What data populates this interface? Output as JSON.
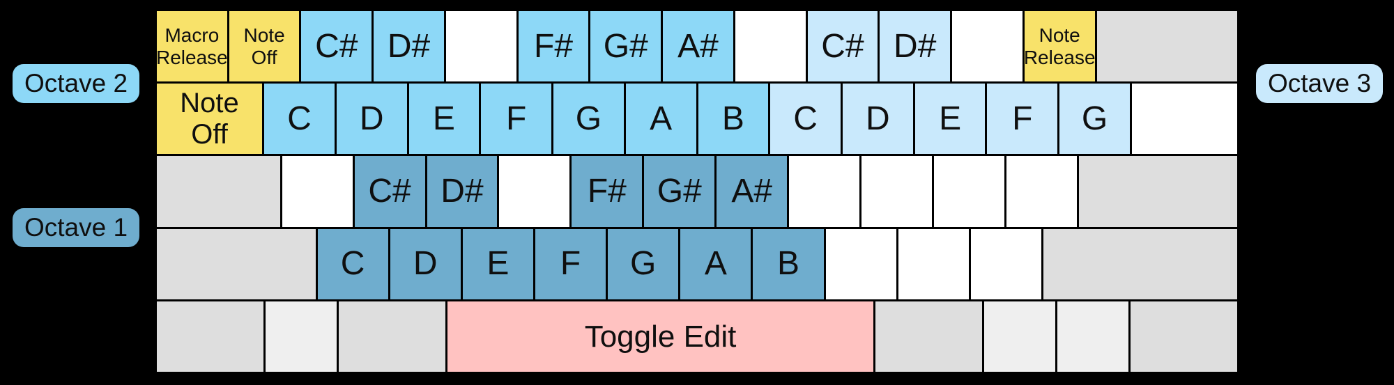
{
  "colors": {
    "background": "#000000",
    "yellow": "#F8E26A",
    "octave2_blue": "#8DD8F7",
    "octave3_blue": "#C9E9FC",
    "octave1_blue": "#6FADCE",
    "pink": "#FFC2C1",
    "gray": "#DEDEDE",
    "light_gray": "#EFEFEF",
    "white": "#FFFFFF",
    "text": "#0F0F0F"
  },
  "labels": {
    "octave1": "Octave 1",
    "octave2": "Octave 2",
    "octave3": "Octave 3"
  },
  "keyboard": {
    "rows": [
      {
        "name": "number-row",
        "keys": [
          {
            "label": "Macro\nRelease",
            "color": "yellow",
            "units": 1,
            "size": "s",
            "name": "key-macro-release"
          },
          {
            "label": "Note\nOff",
            "color": "yellow",
            "units": 1,
            "size": "s",
            "name": "key-note-off"
          },
          {
            "label": "C#",
            "color": "octave2_blue",
            "units": 1,
            "size": "l",
            "name": "key-c-sharp-octave-2"
          },
          {
            "label": "D#",
            "color": "octave2_blue",
            "units": 1,
            "size": "l",
            "name": "key-d-sharp-octave-2"
          },
          {
            "label": "",
            "color": "white",
            "units": 1,
            "size": "l",
            "name": "key-blank"
          },
          {
            "label": "F#",
            "color": "octave2_blue",
            "units": 1,
            "size": "l",
            "name": "key-f-sharp-octave-2"
          },
          {
            "label": "G#",
            "color": "octave2_blue",
            "units": 1,
            "size": "l",
            "name": "key-g-sharp-octave-2"
          },
          {
            "label": "A#",
            "color": "octave2_blue",
            "units": 1,
            "size": "l",
            "name": "key-a-sharp-octave-2"
          },
          {
            "label": "",
            "color": "white",
            "units": 1,
            "size": "l",
            "name": "key-blank"
          },
          {
            "label": "C#",
            "color": "octave3_blue",
            "units": 1,
            "size": "l",
            "name": "key-c-sharp-octave-3"
          },
          {
            "label": "D#",
            "color": "octave3_blue",
            "units": 1,
            "size": "l",
            "name": "key-d-sharp-octave-3"
          },
          {
            "label": "",
            "color": "white",
            "units": 1,
            "size": "l",
            "name": "key-blank"
          },
          {
            "label": "Note\nRelease",
            "color": "yellow",
            "units": 1,
            "size": "s",
            "name": "key-note-release"
          },
          {
            "label": "",
            "color": "gray",
            "units": 2,
            "size": "l",
            "name": "key-backspace-blank"
          }
        ]
      },
      {
        "name": "upper-letter-row",
        "keys": [
          {
            "label": "Note\nOff",
            "color": "yellow",
            "units": 1.5,
            "size": "t",
            "name": "key-tab-note-off"
          },
          {
            "label": "C",
            "color": "octave2_blue",
            "units": 1,
            "size": "l",
            "name": "key-c-octave-2"
          },
          {
            "label": "D",
            "color": "octave2_blue",
            "units": 1,
            "size": "l",
            "name": "key-d-octave-2"
          },
          {
            "label": "E",
            "color": "octave2_blue",
            "units": 1,
            "size": "l",
            "name": "key-e-octave-2"
          },
          {
            "label": "F",
            "color": "octave2_blue",
            "units": 1,
            "size": "l",
            "name": "key-f-octave-2"
          },
          {
            "label": "G",
            "color": "octave2_blue",
            "units": 1,
            "size": "l",
            "name": "key-g-octave-2"
          },
          {
            "label": "A",
            "color": "octave2_blue",
            "units": 1,
            "size": "l",
            "name": "key-a-octave-2"
          },
          {
            "label": "B",
            "color": "octave2_blue",
            "units": 1,
            "size": "l",
            "name": "key-b-octave-2"
          },
          {
            "label": "C",
            "color": "octave3_blue",
            "units": 1,
            "size": "l",
            "name": "key-c-octave-3"
          },
          {
            "label": "D",
            "color": "octave3_blue",
            "units": 1,
            "size": "l",
            "name": "key-d-octave-3"
          },
          {
            "label": "E",
            "color": "octave3_blue",
            "units": 1,
            "size": "l",
            "name": "key-e-octave-3"
          },
          {
            "label": "F",
            "color": "octave3_blue",
            "units": 1,
            "size": "l",
            "name": "key-f-octave-3"
          },
          {
            "label": "G",
            "color": "octave3_blue",
            "units": 1,
            "size": "l",
            "name": "key-g-octave-3"
          },
          {
            "label": "",
            "color": "white",
            "units": 1.5,
            "size": "l",
            "name": "key-blank"
          }
        ]
      },
      {
        "name": "home-row",
        "keys": [
          {
            "label": "",
            "color": "gray",
            "units": 1.75,
            "size": "l",
            "name": "key-caps-lock-blank"
          },
          {
            "label": "",
            "color": "white",
            "units": 1,
            "size": "l",
            "name": "key-blank"
          },
          {
            "label": "C#",
            "color": "octave1_blue",
            "units": 1,
            "size": "l",
            "name": "key-c-sharp-octave-1"
          },
          {
            "label": "D#",
            "color": "octave1_blue",
            "units": 1,
            "size": "l",
            "name": "key-d-sharp-octave-1"
          },
          {
            "label": "",
            "color": "white",
            "units": 1,
            "size": "l",
            "name": "key-blank"
          },
          {
            "label": "F#",
            "color": "octave1_blue",
            "units": 1,
            "size": "l",
            "name": "key-f-sharp-octave-1"
          },
          {
            "label": "G#",
            "color": "octave1_blue",
            "units": 1,
            "size": "l",
            "name": "key-g-sharp-octave-1"
          },
          {
            "label": "A#",
            "color": "octave1_blue",
            "units": 1,
            "size": "l",
            "name": "key-a-sharp-octave-1"
          },
          {
            "label": "",
            "color": "white",
            "units": 1,
            "size": "l",
            "name": "key-blank"
          },
          {
            "label": "",
            "color": "white",
            "units": 1,
            "size": "l",
            "name": "key-blank"
          },
          {
            "label": "",
            "color": "white",
            "units": 1,
            "size": "l",
            "name": "key-blank"
          },
          {
            "label": "",
            "color": "white",
            "units": 1,
            "size": "l",
            "name": "key-blank"
          },
          {
            "label": "",
            "color": "gray",
            "units": 2.25,
            "size": "l",
            "name": "key-enter-blank"
          }
        ]
      },
      {
        "name": "lower-letter-row",
        "keys": [
          {
            "label": "",
            "color": "gray",
            "units": 2.25,
            "size": "l",
            "name": "key-left-shift-blank"
          },
          {
            "label": "C",
            "color": "octave1_blue",
            "units": 1,
            "size": "l",
            "name": "key-c-octave-1"
          },
          {
            "label": "D",
            "color": "octave1_blue",
            "units": 1,
            "size": "l",
            "name": "key-d-octave-1"
          },
          {
            "label": "E",
            "color": "octave1_blue",
            "units": 1,
            "size": "l",
            "name": "key-e-octave-1"
          },
          {
            "label": "F",
            "color": "octave1_blue",
            "units": 1,
            "size": "l",
            "name": "key-f-octave-1"
          },
          {
            "label": "G",
            "color": "octave1_blue",
            "units": 1,
            "size": "l",
            "name": "key-g-octave-1"
          },
          {
            "label": "A",
            "color": "octave1_blue",
            "units": 1,
            "size": "l",
            "name": "key-a-octave-1"
          },
          {
            "label": "B",
            "color": "octave1_blue",
            "units": 1,
            "size": "l",
            "name": "key-b-octave-1"
          },
          {
            "label": "",
            "color": "white",
            "units": 1,
            "size": "l",
            "name": "key-blank"
          },
          {
            "label": "",
            "color": "white",
            "units": 1,
            "size": "l",
            "name": "key-blank"
          },
          {
            "label": "",
            "color": "white",
            "units": 1,
            "size": "l",
            "name": "key-blank"
          },
          {
            "label": "",
            "color": "gray",
            "units": 2.75,
            "size": "l",
            "name": "key-right-shift-blank"
          }
        ]
      },
      {
        "name": "modifier-row",
        "keys": [
          {
            "label": "",
            "color": "gray",
            "units": 1.5,
            "size": "l",
            "name": "key-left-ctrl-blank"
          },
          {
            "label": "",
            "color": "light_gray",
            "units": 1,
            "size": "l",
            "name": "key-left-win-blank"
          },
          {
            "label": "",
            "color": "gray",
            "units": 1.5,
            "size": "l",
            "name": "key-left-alt-blank"
          },
          {
            "label": "Toggle Edit",
            "color": "pink",
            "units": 6,
            "size": "m",
            "name": "key-space-toggle-edit"
          },
          {
            "label": "",
            "color": "gray",
            "units": 1.5,
            "size": "l",
            "name": "key-right-alt-blank"
          },
          {
            "label": "",
            "color": "light_gray",
            "units": 1,
            "size": "l",
            "name": "key-right-win-blank"
          },
          {
            "label": "",
            "color": "light_gray",
            "units": 1,
            "size": "l",
            "name": "key-menu-blank"
          },
          {
            "label": "",
            "color": "gray",
            "units": 1.5,
            "size": "l",
            "name": "key-right-ctrl-blank"
          }
        ]
      }
    ]
  }
}
